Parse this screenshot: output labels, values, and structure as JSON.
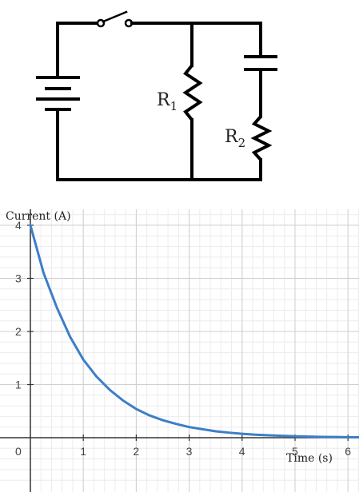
{
  "circuit": {
    "r1_letter": "R",
    "r1_sub": "1",
    "r2_letter": "R",
    "r2_sub": "2"
  },
  "chart_data": {
    "type": "line",
    "xlabel": "Time (s)",
    "ylabel": "Current (A)",
    "xlim": [
      0,
      6.2
    ],
    "ylim": [
      -0.8,
      4.2
    ],
    "x_ticks": [
      0,
      1,
      2,
      3,
      4,
      5,
      6
    ],
    "y_ticks": [
      1,
      2,
      3,
      4
    ],
    "x_tick_labels": [
      "0",
      "1",
      "2",
      "3",
      "4",
      "5",
      "6"
    ],
    "y_tick_labels": [
      "1",
      "2",
      "3",
      "4"
    ],
    "grid": true,
    "series": [
      {
        "color": "#3d7ec8",
        "x": [
          0,
          0.25,
          0.5,
          0.75,
          1,
          1.25,
          1.5,
          1.75,
          2,
          2.25,
          2.5,
          2.75,
          3,
          3.25,
          3.5,
          3.75,
          4,
          4.25,
          4.5,
          4.75,
          5,
          5.25,
          5.5,
          5.75,
          6,
          6.2
        ],
        "y": [
          4.0,
          3.1,
          2.45,
          1.9,
          1.47,
          1.15,
          0.9,
          0.7,
          0.54,
          0.42,
          0.33,
          0.26,
          0.2,
          0.16,
          0.12,
          0.095,
          0.074,
          0.057,
          0.045,
          0.035,
          0.027,
          0.021,
          0.016,
          0.013,
          0.01,
          0.008
        ]
      }
    ]
  }
}
